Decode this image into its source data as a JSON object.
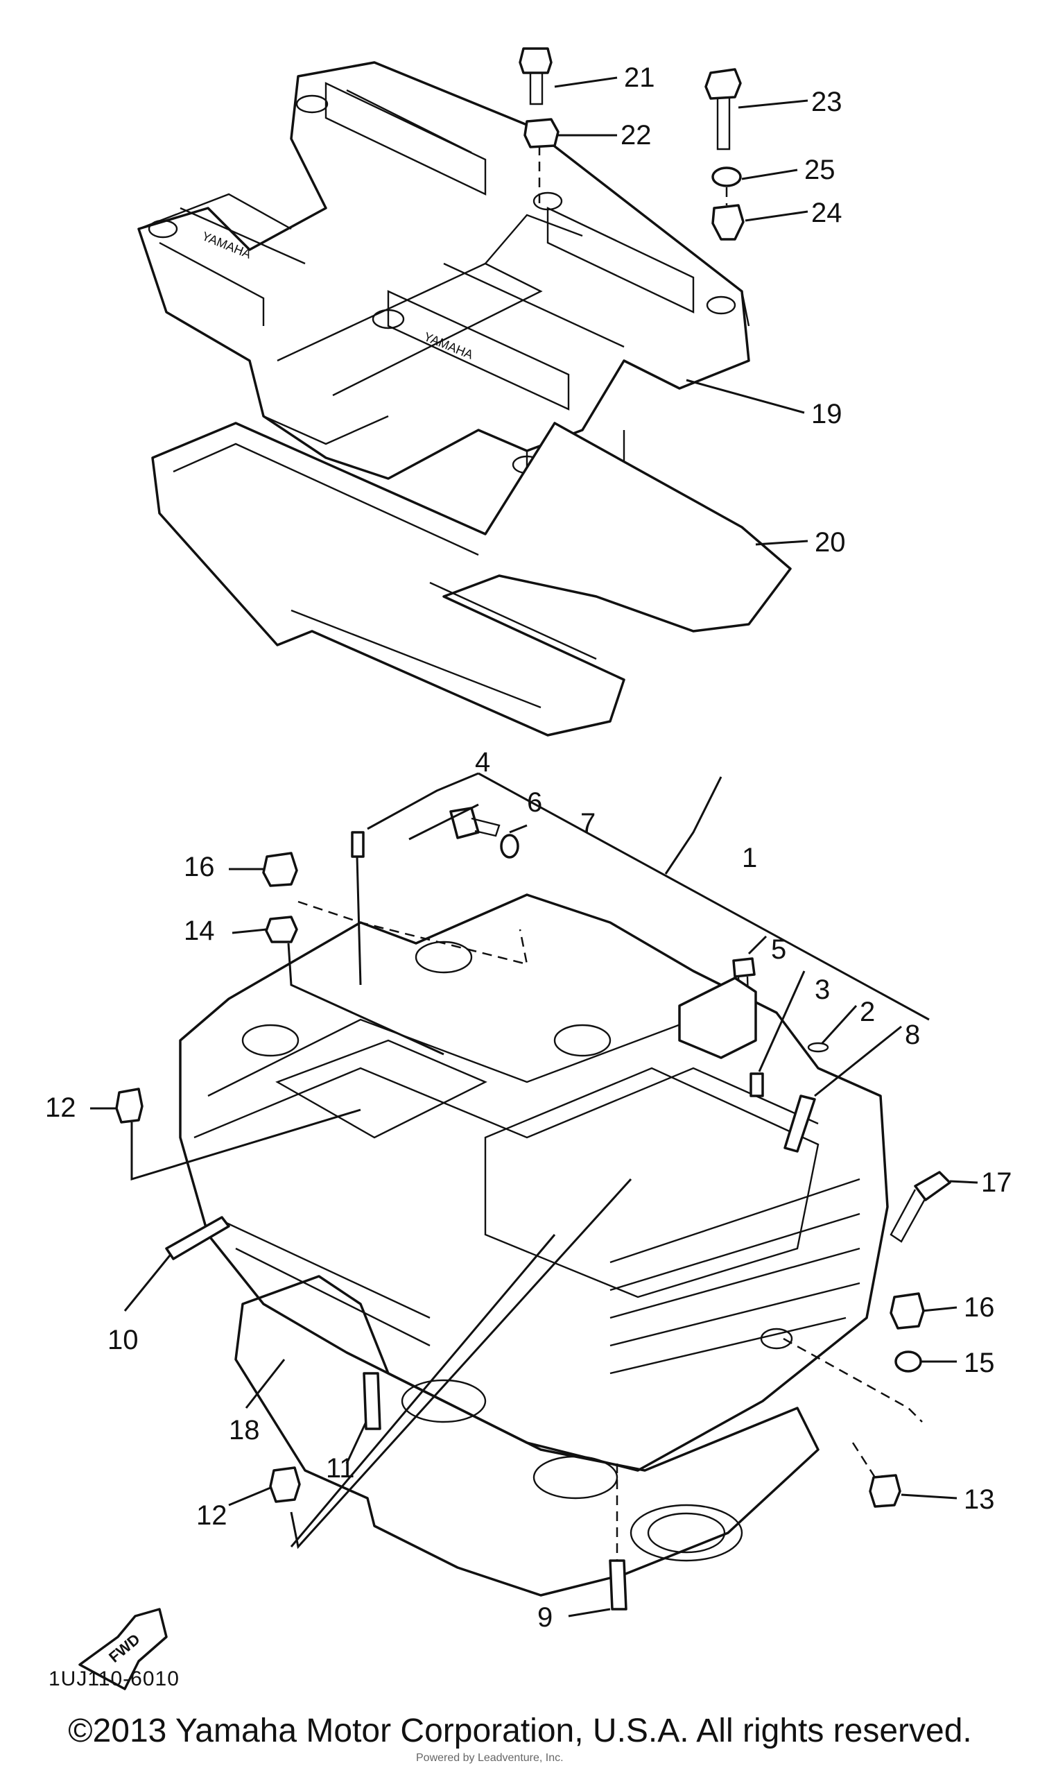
{
  "callouts": {
    "c1": "1",
    "c2": "2",
    "c3": "3",
    "c4": "4",
    "c5": "5",
    "c6": "6",
    "c7": "7",
    "c8": "8",
    "c9": "9",
    "c10": "10",
    "c11": "11",
    "c12a": "12",
    "c12b": "12",
    "c13": "13",
    "c14": "14",
    "c15": "15",
    "c16a": "16",
    "c16b": "16",
    "c17": "17",
    "c18": "18",
    "c19": "19",
    "c20": "20",
    "c21": "21",
    "c22": "22",
    "c23": "23",
    "c24": "24",
    "c25": "25"
  },
  "fwd_label": "FWD",
  "figure_code": "1UJ110-6010",
  "copyright": "©2013 Yamaha Motor Corporation, U.S.A. All rights reserved.",
  "small_credit": "Powered by Leadventure, Inc."
}
